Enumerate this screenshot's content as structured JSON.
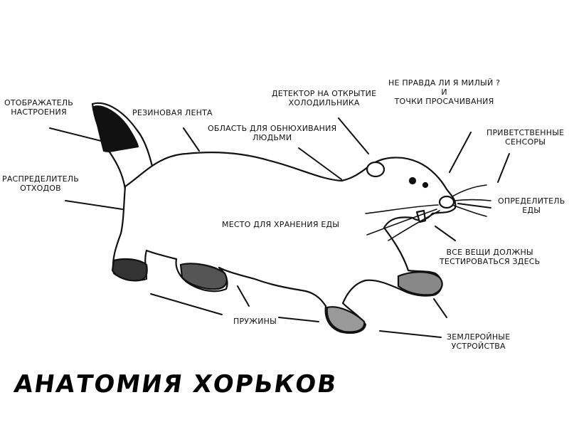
{
  "title": "АНАТОМИЯ ХОРЬКОВ",
  "labels": {
    "mood_display": [
      "ОТОБРАЖАТЕЛЬ",
      "НАСТРОЕНИЯ"
    ],
    "rubber_band": [
      "РЕЗИНОВАЯ ЛЕНТА"
    ],
    "hug_area": [
      "ОБЛАСТЬ ДЛЯ ОБНЮХИВАНИЯ",
      "ЛЮДЬМИ"
    ],
    "fridge_detector": [
      "ДЕТЕКТОР НА ОТКРЫТИЕ",
      "ХОЛОДИЛЬНИКА"
    ],
    "cute_question": [
      "НЕ ПРАВДА ЛИ Я МИЛЫЙ ?",
      "И",
      "ТОЧКИ ПРОСАЧИВАНИЯ"
    ],
    "greeting_sensors": [
      "ПРИВЕТСТВЕННЫЕ",
      "СЕНСОРЫ"
    ],
    "waste_distributor": [
      "РАСПРЕДЕЛИТЕЛЬ",
      "ОТХОДОВ"
    ],
    "food_detector": [
      "ОПРЕДЕЛИТЕЛЬ",
      "ЕДЫ"
    ],
    "food_storage": [
      "МЕСТО ДЛЯ ХРАНЕНИЯ ЕДЫ"
    ],
    "test_everything": [
      "ВСЕ ВЕЩИ ДОЛЖНЫ",
      "ТЕСТИРОВАТЬСЯ ЗДЕСЬ"
    ],
    "springs": [
      "ПРУЖИНЫ"
    ],
    "digging_devices": [
      "ЗЕМЛЕРОЙНЫЕ",
      "УСТРОЙСТВА"
    ]
  },
  "colors": {
    "ink": "#111111",
    "background": "#ffffff"
  }
}
